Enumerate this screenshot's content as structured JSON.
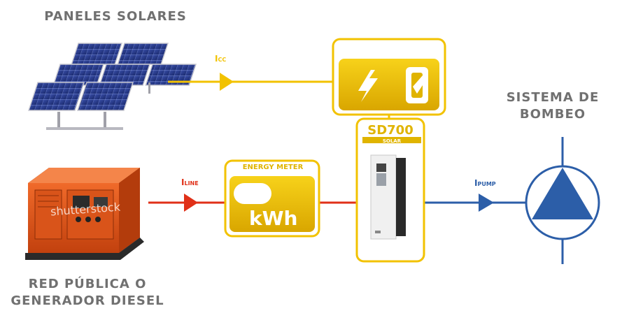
{
  "labels": {
    "panels": "PANELES SOLARES",
    "grid": "RED PÚBLICA O GENERADOR DIESEL",
    "pump": "SISTEMA DE BOMBEO"
  },
  "boxes": {
    "spk_title": "SD700 SPK",
    "sd700_title": "SD700",
    "sd700_sub": "SOLAR",
    "meter_title": "ENERGY METER",
    "meter_unit": "kWh"
  },
  "currents": {
    "cc": {
      "main": "I",
      "sub": "CC"
    },
    "line": {
      "main": "I",
      "sub": "LINE"
    },
    "pump": {
      "main": "I",
      "sub": "PUMP"
    }
  },
  "watermark": "shutterstock",
  "colors": {
    "yellow": "#f2c200",
    "yellow_dark": "#d9a900",
    "red": "#e03018",
    "blue": "#2c5ea8",
    "gray_text": "#707070"
  },
  "icons": {
    "spk": [
      "lightning-icon",
      "switch-icon"
    ],
    "pump": "pump-triangle-icon"
  }
}
